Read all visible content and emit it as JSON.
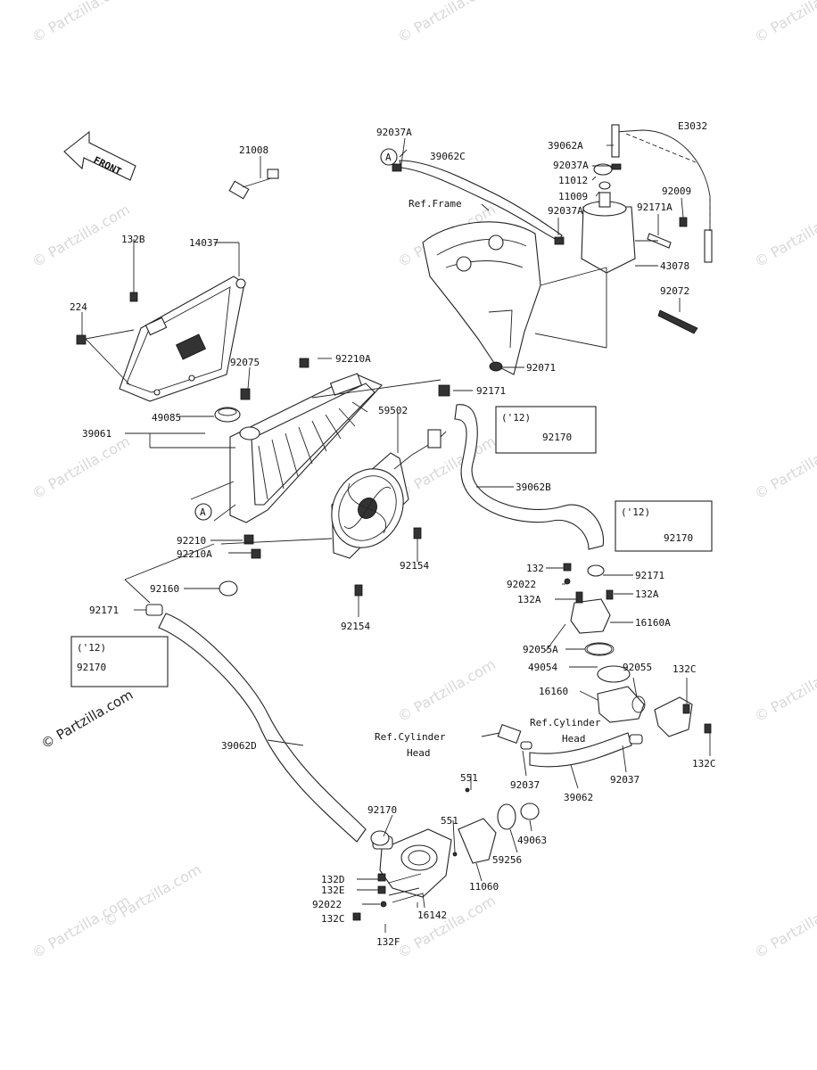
{
  "diagram_code": "E3032",
  "front_label": "FRONT",
  "ref_labels": {
    "a1": "A",
    "a2": "A",
    "frame": "Ref.Frame",
    "cyl1_line1": "Ref.Cylinder",
    "cyl1_line2": "Head",
    "cyl2_line1": "Ref.Cylinder",
    "cyl2_line2": "Head"
  },
  "year_notes": {
    "n1": "('12)",
    "n2": "('12)",
    "n3": "('12)"
  },
  "parts": {
    "p21008": "21008",
    "p14037": "14037",
    "p132B": "132B",
    "p224": "224",
    "p92075": "92075",
    "p92210A_top": "92210A",
    "p92171_mid": "92171",
    "p49085": "49085",
    "p39061": "39061",
    "p59502": "59502",
    "p92170_a": "92170",
    "p39062B": "39062B",
    "p92170_b": "92170",
    "p92210": "92210",
    "p92210A_bot": "92210A",
    "p92154_a": "92154",
    "p92160": "92160",
    "p92154_b": "92154",
    "p92171_left": "92171",
    "p92170_c": "92170",
    "p132_t": "132",
    "p92171_r": "92171",
    "p92022_t": "92022",
    "p132A_l": "132A",
    "p132A_r": "132A",
    "p16160A": "16160A",
    "p92055A": "92055A",
    "p49054": "49054",
    "p92055": "92055",
    "p132C_tr": "132C",
    "p16160": "16160",
    "p39062D": "39062D",
    "p92037_l": "92037",
    "p92037_r": "92037",
    "p132C_br": "132C",
    "p39062": "39062",
    "p551_t": "551",
    "p551_b": "551",
    "p92170_d": "92170",
    "p49063": "49063",
    "p59256": "59256",
    "p11060": "11060",
    "p132D": "132D",
    "p132E": "132E",
    "p92022_b": "92022",
    "p132C_b": "132C",
    "p16142": "16142",
    "p132F": "132F",
    "p92037A_t": "92037A",
    "p39062C": "39062C",
    "p39062A": "39062A",
    "p92037A_m": "92037A",
    "p11012": "11012",
    "p11009": "11009",
    "p92009": "92009",
    "p92037A_b": "92037A",
    "p92171A": "92171A",
    "p43078": "43078",
    "p92072": "92072",
    "p92071": "92071"
  },
  "watermarks": {
    "w1": "© Partzilla.com",
    "w2": "© Partzilla.com",
    "w3": "© Partzilla.com",
    "w4": "© Partzilla.com",
    "w5": "© Partzilla.com",
    "w6": "© Partzilla.com",
    "w7": "© Partzilla.com",
    "w8": "© Partzilla.com",
    "w9": "© Partzilla.com",
    "w10": "© Partzilla.com",
    "w11": "© Partzilla.com",
    "w12": "© Partzilla.com",
    "w13": "© Partzilla.com",
    "w14": "© Partzilla.com",
    "w15": "© Partzilla.com",
    "big": "© Partzilla.com"
  }
}
